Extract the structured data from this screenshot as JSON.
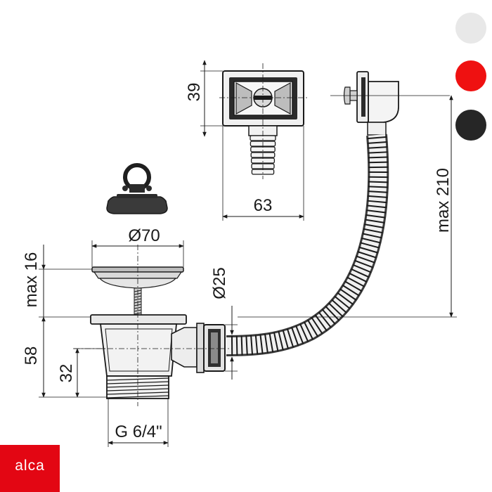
{
  "brand": {
    "logo_text": "alca",
    "color": "#e30613"
  },
  "color_options": [
    {
      "name": "white-chrome",
      "hex": "#e8e8e8"
    },
    {
      "name": "red",
      "hex": "#ef1111"
    },
    {
      "name": "black",
      "hex": "#262626"
    }
  ],
  "dimensions": {
    "overflow_height": "39",
    "overflow_width": "63",
    "hose_length": "max 210",
    "plug_diameter": "Ø70",
    "plug_height": "max 16",
    "waste_height": "58",
    "thread_height": "32",
    "thread_size": "G 6/4\"",
    "hose_diameter": "Ø25"
  }
}
